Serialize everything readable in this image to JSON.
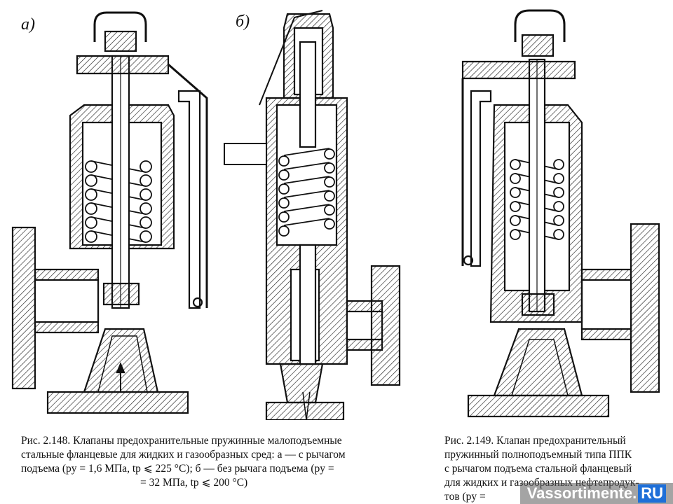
{
  "figure": {
    "panel_labels": {
      "a": "а)",
      "b": "б)"
    }
  },
  "captions": {
    "fig148": [
      "Рис. 2.148. Клапаны предохранительные пружинные малоподъемные",
      "стальные фланцевые для жидких и газообразных сред: а — с рычагом",
      "подъема (pу = 1,6 МПа, tр ⩽ 225 °С); б — без рычага подъема (pу =",
      "= 32 МПа, tр ⩽ 200 °С)"
    ],
    "fig149": [
      "Рис. 2.149. Клапан предохранительный",
      "пружинный полноподъемный типа ППК",
      "с рычагом подъема стальной фланцевый",
      "для жидких и газообразных нефтепродук-",
      "тов (pу ="
    ]
  },
  "watermark": {
    "name": "Vassortimente.",
    "tld": "RU"
  }
}
